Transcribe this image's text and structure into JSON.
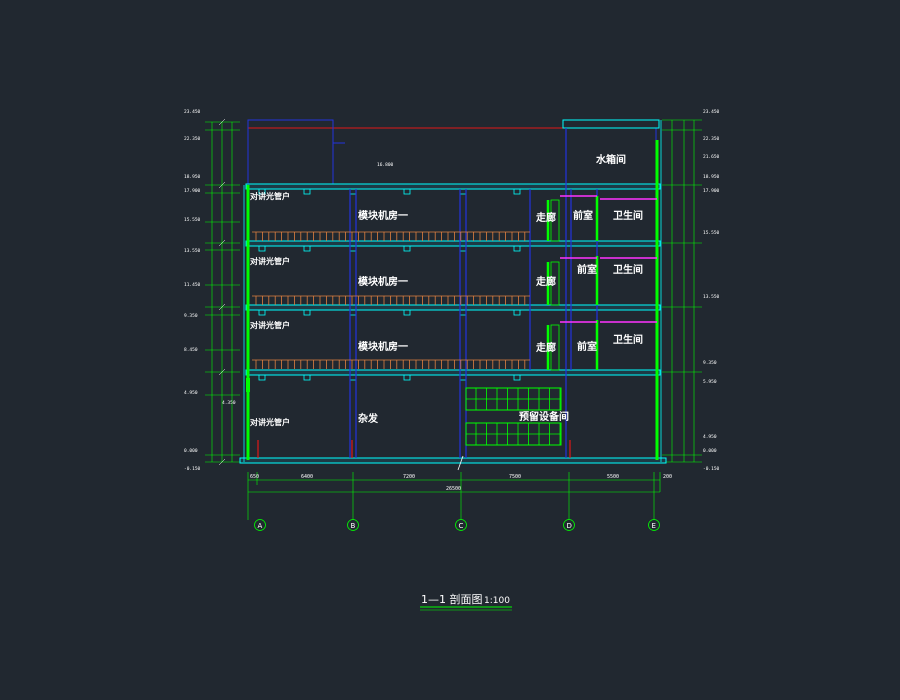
{
  "drawing": {
    "title": "1—1 剖面图",
    "scale": "1:100"
  },
  "rooms": {
    "water_tank": "水箱间",
    "module_3": "模块机房一",
    "module_2": "模块机房一",
    "module_1": "模块机房一",
    "shaft_top": "对讲光管户",
    "shaft_3": "对讲光管户",
    "shaft_2": "对讲光管户",
    "shaft_1": "对讲光管户",
    "corridor_3": "走廊",
    "corridor_2": "走廊",
    "corridor_1": "走廊",
    "front_room_3": "前室",
    "front_room_2": "前室",
    "front_room_1": "前室",
    "toilet_3": "卫生间",
    "toilet_2": "卫生间",
    "toilet_1": "卫生间",
    "ground_left": "杂发",
    "equipment": "预留设备间"
  },
  "axes": [
    "A",
    "B",
    "C",
    "D",
    "E"
  ],
  "dimensions": {
    "segments": [
      "650",
      "6400",
      "7200",
      "7500",
      "5500",
      "200"
    ],
    "total": "26500"
  },
  "levels_left": [
    "23.450",
    "22.350",
    "18.950",
    "17.900",
    "15.550",
    "13.550",
    "11.450",
    "9.350",
    "8.450",
    "4.950",
    "4.350",
    "0.000",
    "-0.150"
  ],
  "levels_right": [
    "23.450",
    "22.350",
    "21.650",
    "18.950",
    "17.900",
    "15.550",
    "13.550",
    "9.350",
    "5.950",
    "4.950",
    "0.000",
    "-0.150"
  ],
  "roof_level": "16.800",
  "colors": {
    "background": "#212830",
    "structure": "#00ffff",
    "wall": "#2233dd",
    "column": "#00ff00",
    "parapet": "#e01818",
    "railing": "#e08040",
    "partition": "#ff33ff",
    "text": "#ffffff"
  }
}
